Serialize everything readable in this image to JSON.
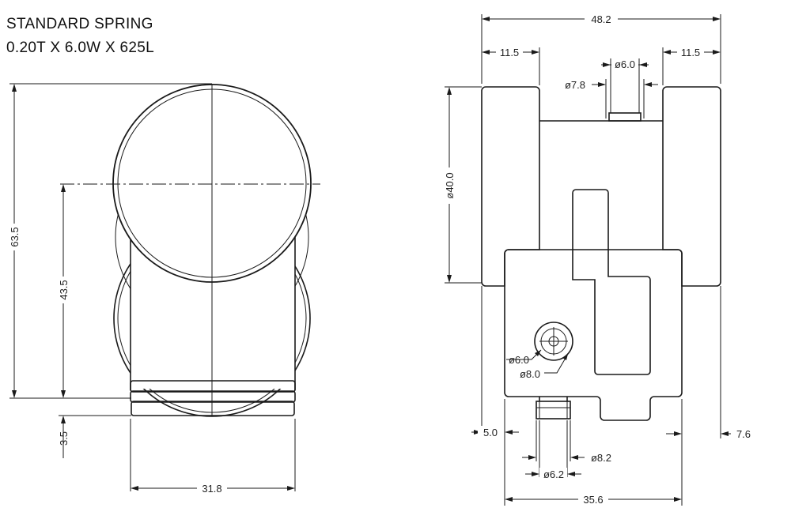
{
  "title": {
    "line1": "STANDARD SPRING",
    "line2": "0.20T X 6.0W X 625L"
  },
  "side_view": {
    "dim_overall_height": "63.5",
    "dim_axis_height": "43.5",
    "dim_base": "3.5",
    "dim_width": "31.8"
  },
  "front_view": {
    "dim_overall_width": "48.2",
    "dim_left_flange": "11.5",
    "dim_right_flange": "11.5",
    "dim_pin_6": "ø6.0",
    "dim_pin_78": "ø7.8",
    "dim_diameter": "ø40.0",
    "dim_hole_6": "ø6.0",
    "dim_hole_8": "ø8.0",
    "dim_left_offset": "5.0",
    "dim_right_offset": "7.6",
    "dim_boss_82": "ø8.2",
    "dim_boss_62": "ø6.2",
    "dim_base_width": "35.6"
  }
}
